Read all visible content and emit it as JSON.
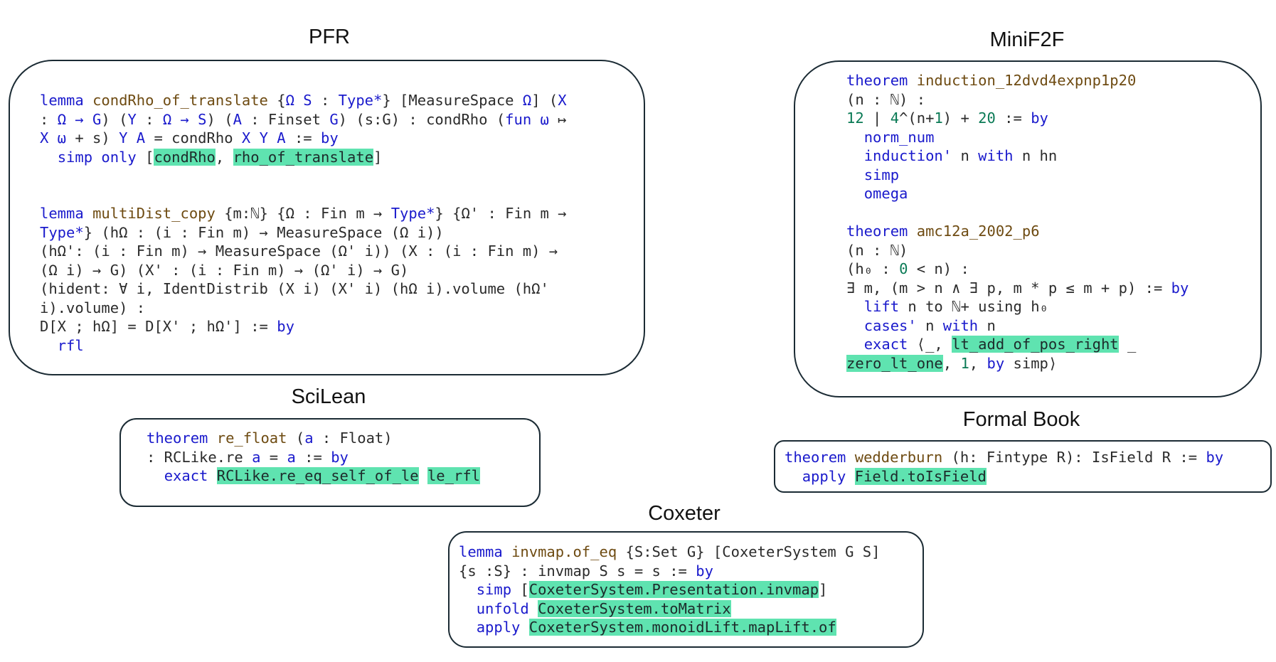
{
  "panels": {
    "pfr": {
      "title": "PFR",
      "lines": [
        [
          {
            "t": "lemma",
            "c": "kw"
          },
          {
            "t": " "
          },
          {
            "t": "condRho_of_translate",
            "c": "nm"
          },
          {
            "t": " {"
          },
          {
            "t": "Ω S",
            "c": "kw"
          },
          {
            "t": " : "
          },
          {
            "t": "Type*",
            "c": "kw"
          },
          {
            "t": "} [MeasureSpace "
          },
          {
            "t": "Ω",
            "c": "kw"
          },
          {
            "t": "] ("
          },
          {
            "t": "X",
            "c": "kw"
          }
        ],
        [
          {
            "t": ": "
          },
          {
            "t": "Ω → G",
            "c": "kw"
          },
          {
            "t": ") ("
          },
          {
            "t": "Y",
            "c": "kw"
          },
          {
            "t": " : "
          },
          {
            "t": "Ω → S",
            "c": "kw"
          },
          {
            "t": ") ("
          },
          {
            "t": "A",
            "c": "kw"
          },
          {
            "t": " : Finset "
          },
          {
            "t": "G",
            "c": "kw"
          },
          {
            "t": ") (s:G) : condRho ("
          },
          {
            "t": "fun",
            "c": "kw"
          },
          {
            "t": " "
          },
          {
            "t": "ω",
            "c": "kw"
          },
          {
            "t": " ↦"
          }
        ],
        [
          {
            "t": "X ω",
            "c": "kw"
          },
          {
            "t": " + s) "
          },
          {
            "t": "Y A",
            "c": "kw"
          },
          {
            "t": " = condRho "
          },
          {
            "t": "X Y A",
            "c": "kw"
          },
          {
            "t": " := "
          },
          {
            "t": "by",
            "c": "kw"
          }
        ],
        [
          {
            "t": "  "
          },
          {
            "t": "simp",
            "c": "kw"
          },
          {
            "t": " "
          },
          {
            "t": "only",
            "c": "kw"
          },
          {
            "t": " ["
          },
          {
            "t": "condRho",
            "c": "hl"
          },
          {
            "t": ", "
          },
          {
            "t": "rho_of_translate",
            "c": "hl"
          },
          {
            "t": "]"
          }
        ],
        [
          {
            "t": ""
          }
        ],
        [
          {
            "t": ""
          }
        ],
        [
          {
            "t": "lemma",
            "c": "kw"
          },
          {
            "t": " "
          },
          {
            "t": "multiDist_copy",
            "c": "nm"
          },
          {
            "t": " {m:ℕ} {Ω : Fin m → "
          },
          {
            "t": "Type*",
            "c": "kw"
          },
          {
            "t": "} {Ω' : Fin m →"
          }
        ],
        [
          {
            "t": "Type*",
            "c": "kw"
          },
          {
            "t": "} (hΩ : (i : Fin m) → MeasureSpace (Ω i))"
          }
        ],
        [
          {
            "t": "(hΩ': (i : Fin m) → MeasureSpace (Ω' i)) (X : (i : Fin m) →"
          }
        ],
        [
          {
            "t": "(Ω i) → G) (X' : (i : Fin m) → (Ω' i) → G)"
          }
        ],
        [
          {
            "t": "(hident: ∀ i, IdentDistrib (X i) (X' i) (hΩ i).volume (hΩ'"
          }
        ],
        [
          {
            "t": "i).volume) :"
          }
        ],
        [
          {
            "t": "D[X ; hΩ] = D[X' ; hΩ'] := "
          },
          {
            "t": "by",
            "c": "kw"
          }
        ],
        [
          {
            "t": "  "
          },
          {
            "t": "rfl",
            "c": "kw"
          }
        ]
      ]
    },
    "minif2f": {
      "title": "MiniF2F",
      "lines": [
        [
          {
            "t": "theorem",
            "c": "kw"
          },
          {
            "t": " "
          },
          {
            "t": "induction_12dvd4expnp1p20",
            "c": "nm"
          }
        ],
        [
          {
            "t": "(n : ℕ) :"
          }
        ],
        [
          {
            "t": "12",
            "c": "num"
          },
          {
            "t": " ∣ "
          },
          {
            "t": "4",
            "c": "num"
          },
          {
            "t": "^(n+"
          },
          {
            "t": "1",
            "c": "num"
          },
          {
            "t": ") + "
          },
          {
            "t": "20",
            "c": "num"
          },
          {
            "t": " := "
          },
          {
            "t": "by",
            "c": "kw"
          }
        ],
        [
          {
            "t": "  "
          },
          {
            "t": "norm_num",
            "c": "kw"
          }
        ],
        [
          {
            "t": "  "
          },
          {
            "t": "induction'",
            "c": "kw"
          },
          {
            "t": " n "
          },
          {
            "t": "with",
            "c": "kw"
          },
          {
            "t": " n hn"
          }
        ],
        [
          {
            "t": "  "
          },
          {
            "t": "simp",
            "c": "kw"
          }
        ],
        [
          {
            "t": "  "
          },
          {
            "t": "omega",
            "c": "kw"
          }
        ],
        [
          {
            "t": ""
          }
        ],
        [
          {
            "t": "theorem",
            "c": "kw"
          },
          {
            "t": " "
          },
          {
            "t": "amc12a_2002_p6",
            "c": "nm"
          }
        ],
        [
          {
            "t": "(n : ℕ)"
          }
        ],
        [
          {
            "t": "(h₀ : "
          },
          {
            "t": "0",
            "c": "num"
          },
          {
            "t": " < n) :"
          }
        ],
        [
          {
            "t": "∃ m, (m > n ∧ ∃ p, m * p ≤ m + p) := "
          },
          {
            "t": "by",
            "c": "kw"
          }
        ],
        [
          {
            "t": "  "
          },
          {
            "t": "lift",
            "c": "kw"
          },
          {
            "t": " n to ℕ+ using h₀"
          }
        ],
        [
          {
            "t": "  "
          },
          {
            "t": "cases'",
            "c": "kw"
          },
          {
            "t": " n "
          },
          {
            "t": "with",
            "c": "kw"
          },
          {
            "t": " n"
          }
        ],
        [
          {
            "t": "  "
          },
          {
            "t": "exact",
            "c": "kw"
          },
          {
            "t": " ⟨_, "
          },
          {
            "t": "lt_add_of_pos_right",
            "c": "hl"
          },
          {
            "t": " _"
          }
        ],
        [
          {
            "t": "zero_lt_one",
            "c": "hl"
          },
          {
            "t": ", "
          },
          {
            "t": "1",
            "c": "num"
          },
          {
            "t": ", "
          },
          {
            "t": "by",
            "c": "kw"
          },
          {
            "t": " simp⟩"
          }
        ]
      ]
    },
    "scilean": {
      "title": "SciLean",
      "lines": [
        [
          {
            "t": "theorem",
            "c": "kw"
          },
          {
            "t": " "
          },
          {
            "t": "re_float",
            "c": "nm"
          },
          {
            "t": " ("
          },
          {
            "t": "a",
            "c": "kw"
          },
          {
            "t": " : Float)"
          }
        ],
        [
          {
            "t": ": RCLike.re "
          },
          {
            "t": "a",
            "c": "kw"
          },
          {
            "t": " = "
          },
          {
            "t": "a",
            "c": "kw"
          },
          {
            "t": " := "
          },
          {
            "t": "by",
            "c": "kw"
          }
        ],
        [
          {
            "t": "  "
          },
          {
            "t": "exact",
            "c": "kw"
          },
          {
            "t": " "
          },
          {
            "t": "RCLike.re_eq_self_of_le",
            "c": "hl"
          },
          {
            "t": " "
          },
          {
            "t": "le_rfl",
            "c": "hl"
          }
        ]
      ]
    },
    "formalbook": {
      "title": "Formal Book",
      "lines": [
        [
          {
            "t": "theorem",
            "c": "kw"
          },
          {
            "t": " "
          },
          {
            "t": "wedderburn",
            "c": "nm"
          },
          {
            "t": " (h: Fintype R): IsField R := "
          },
          {
            "t": "by",
            "c": "kw"
          }
        ],
        [
          {
            "t": "  "
          },
          {
            "t": "apply",
            "c": "kw"
          },
          {
            "t": " "
          },
          {
            "t": "Field.toIsField",
            "c": "hl"
          }
        ]
      ]
    },
    "coxeter": {
      "title": "Coxeter",
      "lines": [
        [
          {
            "t": "lemma",
            "c": "kw"
          },
          {
            "t": " "
          },
          {
            "t": "invmap.of_eq",
            "c": "nm"
          },
          {
            "t": " {S:Set G} [CoxeterSystem G S]"
          }
        ],
        [
          {
            "t": "{s :S} : invmap S s = s := "
          },
          {
            "t": "by",
            "c": "kw"
          }
        ],
        [
          {
            "t": "  "
          },
          {
            "t": "simp",
            "c": "kw"
          },
          {
            "t": " ["
          },
          {
            "t": "CoxeterSystem.Presentation.invmap",
            "c": "hl"
          },
          {
            "t": "]"
          }
        ],
        [
          {
            "t": "  "
          },
          {
            "t": "unfold",
            "c": "kw"
          },
          {
            "t": " "
          },
          {
            "t": "CoxeterSystem.toMatrix",
            "c": "hl"
          }
        ],
        [
          {
            "t": "  "
          },
          {
            "t": "apply",
            "c": "kw"
          },
          {
            "t": " "
          },
          {
            "t": "CoxeterSystem.monoidLift.mapLift.of",
            "c": "hl"
          }
        ]
      ]
    }
  }
}
